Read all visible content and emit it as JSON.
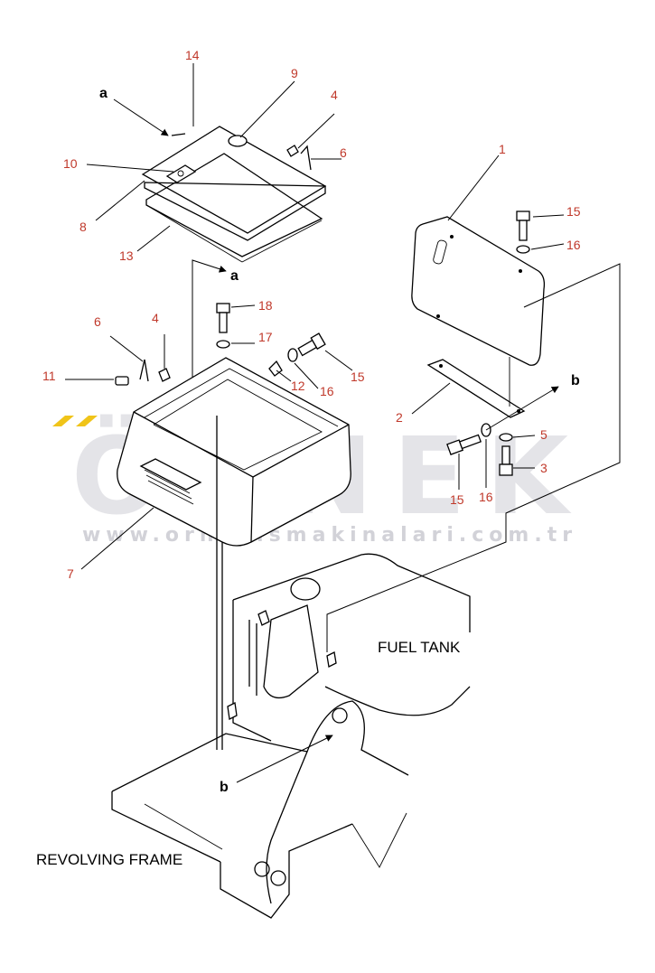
{
  "diagram": {
    "callouts": [
      {
        "id": "c14",
        "text": "14"
      },
      {
        "id": "c9",
        "text": "9"
      },
      {
        "id": "c4a",
        "text": "4"
      },
      {
        "id": "c6a",
        "text": "6"
      },
      {
        "id": "c10",
        "text": "10"
      },
      {
        "id": "c8",
        "text": "8"
      },
      {
        "id": "c13",
        "text": "13"
      },
      {
        "id": "c1",
        "text": "1"
      },
      {
        "id": "c15a",
        "text": "15"
      },
      {
        "id": "c16a",
        "text": "16"
      },
      {
        "id": "c18",
        "text": "18"
      },
      {
        "id": "c17",
        "text": "17"
      },
      {
        "id": "c6b",
        "text": "6"
      },
      {
        "id": "c4b",
        "text": "4"
      },
      {
        "id": "c15b",
        "text": "15"
      },
      {
        "id": "c11",
        "text": "11"
      },
      {
        "id": "c12",
        "text": "12"
      },
      {
        "id": "c16b",
        "text": "16"
      },
      {
        "id": "c2",
        "text": "2"
      },
      {
        "id": "c5",
        "text": "5"
      },
      {
        "id": "c3",
        "text": "3"
      },
      {
        "id": "c15c",
        "text": "15"
      },
      {
        "id": "c16c",
        "text": "16"
      },
      {
        "id": "c7",
        "text": "7"
      }
    ],
    "ref_letters": {
      "a_top": "a",
      "a_mid": "a",
      "b_right": "b",
      "b_bottom": "b"
    },
    "labels": {
      "fuel_tank": "FUEL TANK",
      "revolving_frame": "REVOLVING FRAME"
    },
    "watermark": {
      "brand": "ÖRNEK",
      "url": "www.ornekismakinalari.com.tr",
      "accent_color": "#f0c419"
    },
    "colors": {
      "callout_text": "#c0392b",
      "line_art": "#000000",
      "watermark_gray": "#e4e4e8"
    }
  }
}
